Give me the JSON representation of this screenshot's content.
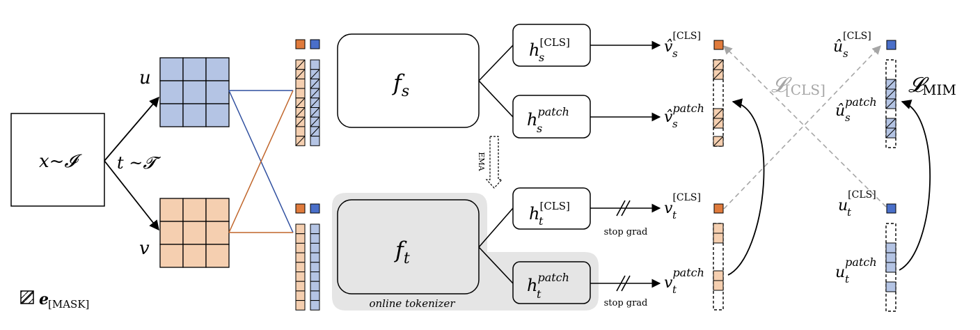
{
  "diagram": {
    "input_label": "x~𝓘",
    "transform_label": "t ~𝓣",
    "view_u_label": "u",
    "view_v_label": "v",
    "student_encoder": "f",
    "student_encoder_sub": "s",
    "teacher_encoder": "f",
    "teacher_encoder_sub": "t",
    "online_tokenizer_label": "online tokenizer",
    "ema_label": "EMA",
    "heads": {
      "student_cls": {
        "base": "h",
        "sub": "s",
        "sup": "[CLS]"
      },
      "student_patch": {
        "base": "h",
        "sub": "s",
        "sup": "patch"
      },
      "teacher_cls": {
        "base": "h",
        "sub": "t",
        "sup": "[CLS]"
      },
      "teacher_patch": {
        "base": "h",
        "sub": "t",
        "sup": "patch"
      }
    },
    "outputs": {
      "v_s_cls": {
        "base": "v̂",
        "sub": "s",
        "sup": "[CLS]"
      },
      "v_s_patch": {
        "base": "v̂",
        "sub": "s",
        "sup": "patch"
      },
      "v_t_cls": {
        "base": "v",
        "sub": "t",
        "sup": "[CLS]"
      },
      "v_t_patch": {
        "base": "v",
        "sub": "t",
        "sup": "patch"
      },
      "u_s_cls": {
        "base": "û",
        "sub": "s",
        "sup": "[CLS]"
      },
      "u_s_patch": {
        "base": "û",
        "sub": "s",
        "sup": "patch"
      },
      "u_t_cls": {
        "base": "u",
        "sub": "t",
        "sup": "[CLS]"
      },
      "u_t_patch": {
        "base": "u",
        "sub": "t",
        "sup": "patch"
      }
    },
    "stop_grad_label": "stop grad",
    "loss_cls": {
      "base": "𝓛",
      "sub": "[CLS]"
    },
    "loss_mim": {
      "base": "𝓛",
      "sub": "MIM"
    },
    "legend": {
      "symbol": "e",
      "sub": "[MASK]"
    },
    "colors": {
      "orange_fill": "#f5cfb0",
      "orange_dark": "#e07b3c",
      "blue_fill": "#b4c4e4",
      "blue_dark": "#4a6fc9",
      "line_orange": "#c0652a",
      "line_blue": "#2f4f9f",
      "tokenizer_bg": "#e5e5e5",
      "loss_gray": "#a6a6a6"
    }
  }
}
